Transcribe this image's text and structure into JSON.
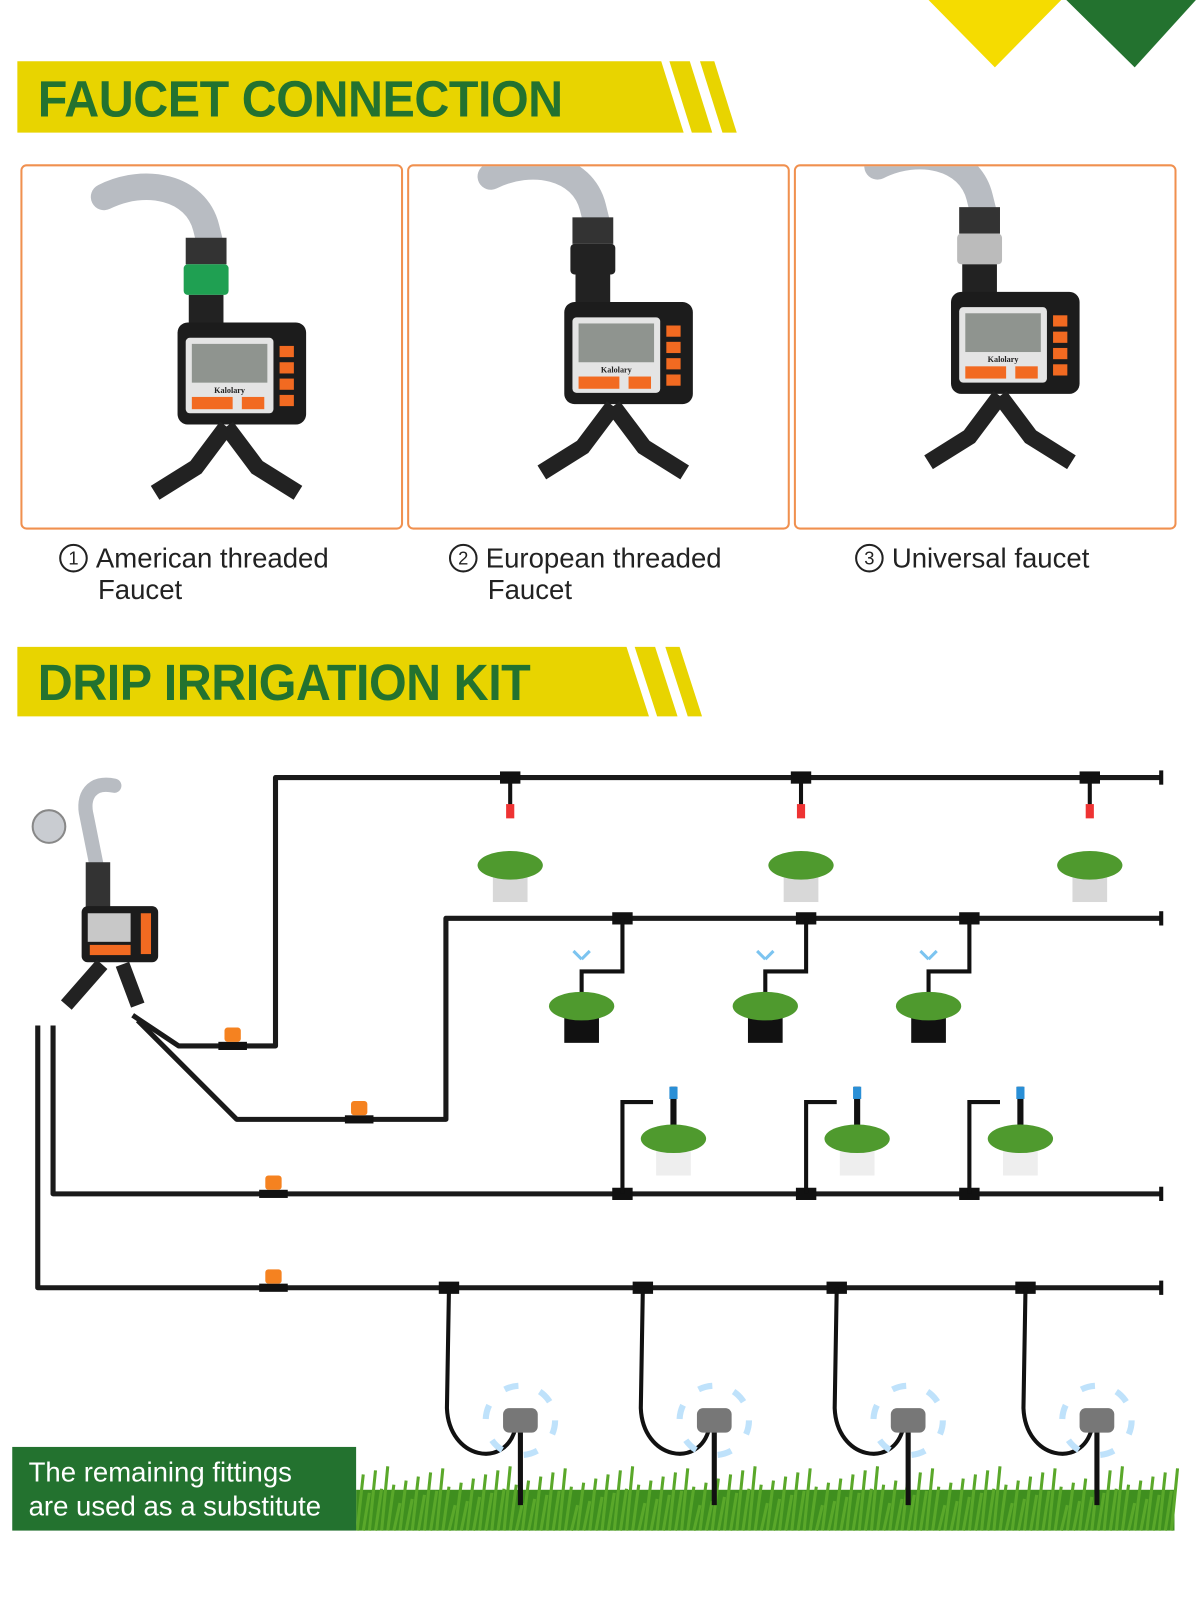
{
  "colors": {
    "yellow": "#e8d400",
    "green": "#23722f",
    "panel_border": "#f0904f",
    "timer_orange": "#f26a21"
  },
  "sections": {
    "faucet_connection": {
      "title": "FAUCET CONNECTION"
    },
    "drip_kit": {
      "title": "DRIP IRRIGATION KIT"
    }
  },
  "faucet_options": [
    {
      "number": "1",
      "line1": "American threaded",
      "line2": "Faucet",
      "adapter": "green-quick-connector"
    },
    {
      "number": "2",
      "line1": "European threaded",
      "line2": "Faucet",
      "adapter": "threaded-connector"
    },
    {
      "number": "3",
      "line1": "Universal faucet",
      "line2": "",
      "adapter": "clamp-connector"
    }
  ],
  "timer": {
    "brand": "Kalolary"
  },
  "note": {
    "line1": "The remaining fittings",
    "line2": "are used as a substitute"
  }
}
